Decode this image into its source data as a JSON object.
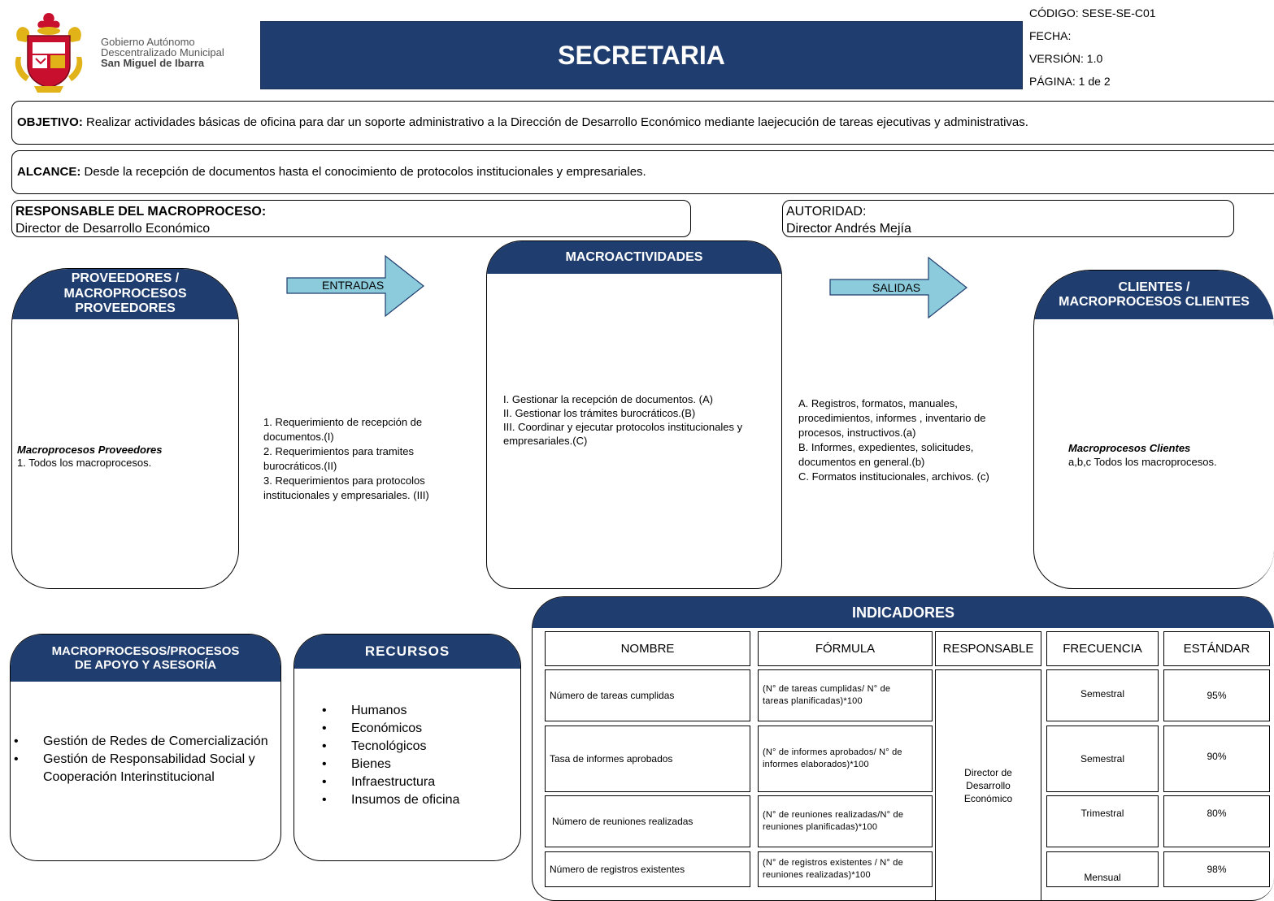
{
  "header": {
    "org_line1": "Gobierno Autónomo",
    "org_line2": "Descentralizado Municipal",
    "org_line3": "San Miguel de Ibarra",
    "title": "SECRETARIA",
    "codigo": "CÓDIGO: SESE-SE-C01",
    "fecha": "FECHA:",
    "version": "VERSIÓN: 1.0",
    "pagina": "PÁGINA: 1 de 2"
  },
  "objetivo": {
    "label": "OBJETIVO:",
    "text": " Realizar actividades básicas de oficina para dar un soporte administrativo a la Dirección de Desarrollo Económico mediante laejecución de tareas ejecutivas y administrativas."
  },
  "alcance": {
    "label": "ALCANCE:",
    "text": " Desde la recepción de documentos hasta el conocimiento de protocolos institucionales y empresariales."
  },
  "responsable": {
    "label": "RESPONSABLE DEL MACROPROCESO:",
    "value": "Director de Desarrollo Económico"
  },
  "autoridad": {
    "label": "AUTORIDAD:",
    "value": "Director Andrés Mejía"
  },
  "proveedores": {
    "title_lines": [
      "PROVEEDORES /",
      "MACROPROCESOS",
      "PROVEEDORES"
    ],
    "subtitle": "Macroprocesos Proveedores",
    "item": "1. Todos los macroprocesos."
  },
  "entradas": {
    "label": "ENTRADAS",
    "lines": [
      "1. Requerimiento de recepción de",
      "documentos.(I)",
      "2. Requerimientos para tramites",
      "burocráticos.(II)",
      "3. Requerimientos para protocolos",
      "institucionales y empresariales. (III)"
    ]
  },
  "macroactividades": {
    "title": "MACROACTIVIDADES",
    "lines": [
      "I. Gestionar la recepción de documentos. (A)",
      "II. Gestionar los trámites burocráticos.(B)",
      "III. Coordinar y ejecutar protocolos institucionales y",
      "empresariales.(C)"
    ]
  },
  "salidas": {
    "label": "SALIDAS",
    "lines": [
      "A. Registros, formatos, manuales,",
      "procedimientos, informes , inventario de",
      "procesos, instructivos.(a)",
      "B. Informes, expedientes, solicitudes,",
      "documentos en general.(b)",
      "C. Formatos institucionales, archivos. (c)"
    ]
  },
  "clientes": {
    "title_lines": [
      "CLIENTES /",
      "MACROPROCESOS CLIENTES"
    ],
    "subtitle": "Macroprocesos Clientes",
    "item": "a,b,c Todos los macroprocesos."
  },
  "apoyo": {
    "title_lines": [
      "MACROPROCESOS/PROCESOS",
      "DE APOYO Y ASESORÍA"
    ],
    "items": [
      "Gestión de Redes de Comercialización",
      "Gestión de Responsabilidad Social y Cooperación Interinstitucional"
    ]
  },
  "recursos": {
    "title": "RECURSOS",
    "items": [
      "Humanos",
      "Económicos",
      "Tecnológicos",
      "Bienes",
      "Infraestructura",
      "Insumos de oficina"
    ]
  },
  "indicadores": {
    "title": "INDICADORES",
    "headers": [
      "NOMBRE",
      "FÓRMULA",
      "RESPONSABLE",
      "FRECUENCIA",
      "ESTÁNDAR"
    ],
    "responsable": [
      "Director de",
      "Desarrollo",
      "Económico"
    ],
    "rows": [
      {
        "nombre": "Número de tareas cumplidas",
        "formula": [
          "(N° de tareas cumplidas/ N° de",
          "tareas planificadas)*100"
        ],
        "frecuencia": "Semestral",
        "estandar": "95%"
      },
      {
        "nombre": "Tasa de informes aprobados",
        "formula": [
          "(N° de informes aprobados/ N° de",
          "informes elaborados)*100"
        ],
        "frecuencia": "Semestral",
        "estandar": "90%"
      },
      {
        "nombre": "Número de reuniones realizadas",
        "formula": [
          "(N° de reuniones realizadas/N° de",
          "reuniones planificadas)*100"
        ],
        "frecuencia": "Trimestral",
        "estandar": "80%"
      },
      {
        "nombre": "Número de registros existentes",
        "formula": [
          "(N° de registros existentes / N° de",
          "reuniones realizadas)*100"
        ],
        "frecuencia": "Mensual",
        "estandar": "98%"
      }
    ]
  },
  "colors": {
    "navy": "#1f3d6e",
    "arrow": "#8ccbdc"
  }
}
